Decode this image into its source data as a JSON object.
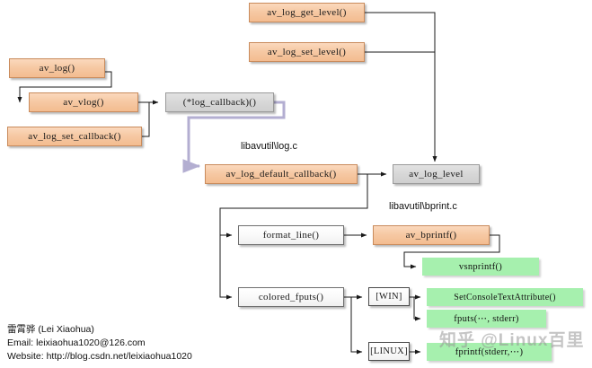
{
  "diagram": {
    "title": "FFmpeg av_log call flow",
    "colors": {
      "orange_fill": "#f6c9a4",
      "grey_fill": "#d7d7d7",
      "white_fill": "#fafafa",
      "green_fill": "#a6f0ae",
      "wire_black": "#1a1a1a",
      "wire_lavender": "#b3aed1"
    },
    "nodes": [
      {
        "id": "av_log_get_level",
        "label": "av_log_get_level()",
        "style": "orange"
      },
      {
        "id": "av_log_set_level",
        "label": "av_log_set_level()",
        "style": "orange"
      },
      {
        "id": "av_log",
        "label": "av_log()",
        "style": "orange"
      },
      {
        "id": "av_vlog",
        "label": "av_vlog()",
        "style": "orange"
      },
      {
        "id": "av_log_set_callback",
        "label": "av_log_set_callback()",
        "style": "orange"
      },
      {
        "id": "log_callback",
        "label": "(*log_callback)()",
        "style": "grey"
      },
      {
        "id": "av_log_default_callback",
        "label": "av_log_default_callback()",
        "style": "orange"
      },
      {
        "id": "av_log_level",
        "label": "av_log_level",
        "style": "grey"
      },
      {
        "id": "format_line",
        "label": "format_line()",
        "style": "white"
      },
      {
        "id": "av_bprintf",
        "label": "av_bprintf()",
        "style": "orange"
      },
      {
        "id": "vsnprintf",
        "label": "vsnprintf()",
        "style": "green"
      },
      {
        "id": "colored_fputs",
        "label": "colored_fputs()",
        "style": "white"
      },
      {
        "id": "win_tag",
        "label": "[WIN]",
        "style": "tag"
      },
      {
        "id": "linux_tag",
        "label": "[LINUX]",
        "style": "tag"
      },
      {
        "id": "set_console_text_attribute",
        "label": "SetConsoleTextAttribute()",
        "style": "green"
      },
      {
        "id": "fputs_stderr",
        "label": "fputs(⋯, stderr)",
        "style": "green"
      },
      {
        "id": "fprintf_stderr",
        "label": "fprintf(stderr,⋯)",
        "style": "green"
      }
    ],
    "section_labels": [
      {
        "id": "log_c",
        "text": "libavutil\\log.c"
      },
      {
        "id": "bprint_c",
        "text": "libavutil\\bprint.c"
      }
    ],
    "credit": {
      "name": "雷霄骅 (Lei Xiaohua)",
      "email": "Email:  leixiaohua1020@126.com",
      "website": "Website:  http://blog.csdn.net/leixiaohua1020"
    },
    "watermark": "知乎 @Linux百里"
  }
}
